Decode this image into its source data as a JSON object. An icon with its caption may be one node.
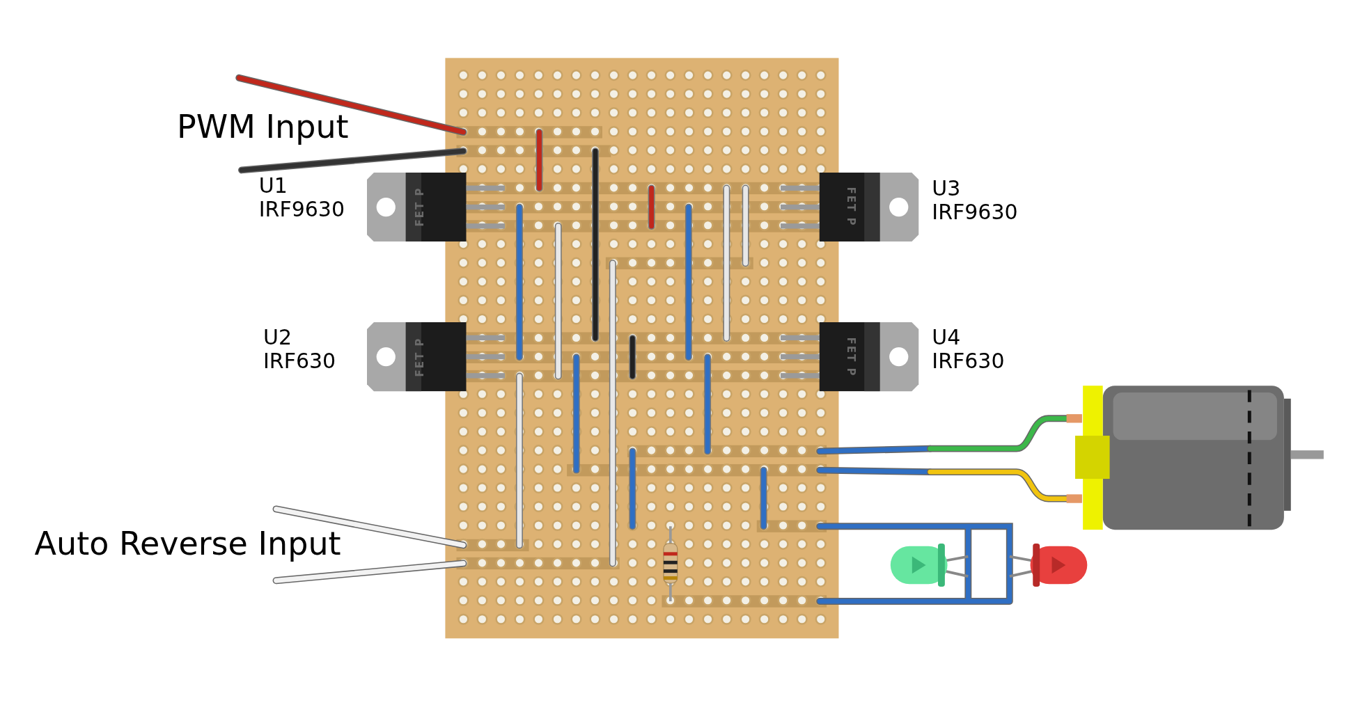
{
  "diagram": {
    "nodes": [
      {
        "text": [
          "FET P"
        ],
        "beside": [
          "U1",
          "IRF9630"
        ]
      },
      {
        "text": [
          "FET P"
        ],
        "beside": [
          "U3",
          "IRF9630"
        ]
      },
      {
        "text": [
          "FET P"
        ],
        "beside": [
          "U2",
          "IRF630"
        ]
      },
      {
        "text": [
          "FET P"
        ],
        "beside": [
          "U4",
          "IRF630"
        ]
      }
    ],
    "labels": [
      "PWM Input",
      "Auto Reverse Input"
    ]
  }
}
